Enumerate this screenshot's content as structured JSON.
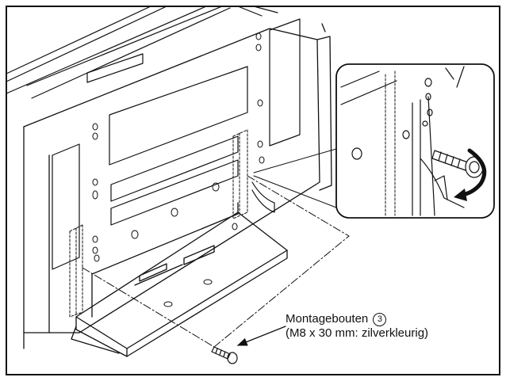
{
  "callout": {
    "title": "Montagebouten",
    "ref_number": "3",
    "spec": "(M8 x 30 mm: zilverkleurig)"
  },
  "colors": {
    "line": "#111111",
    "arrow": "#111111",
    "background": "#ffffff"
  },
  "icons": {
    "screw": "bolt-icon",
    "rotate": "curved-arrow-icon"
  }
}
